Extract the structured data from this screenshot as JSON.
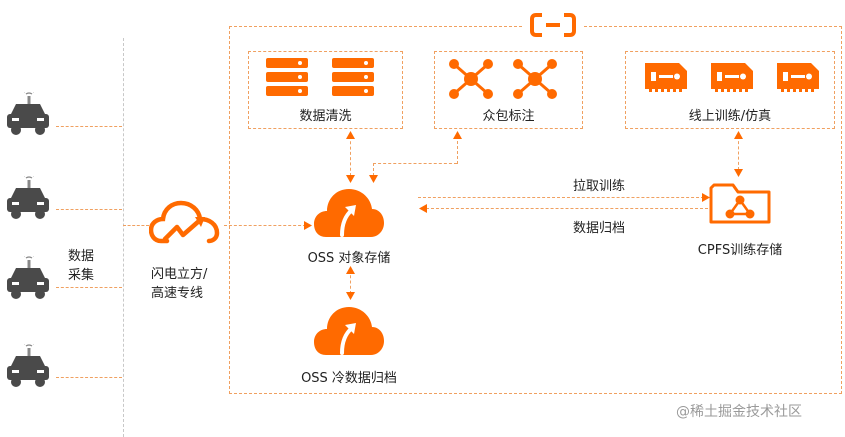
{
  "diagram": {
    "data_collection_label_line1": "数据",
    "data_collection_label_line2": "采集",
    "network_label_line1": "闪电立方/",
    "network_label_line2": "高速专线",
    "cleaning_label": "数据清洗",
    "crowd_label": "众包标注",
    "training_label": "线上训练/仿真",
    "oss_storage_label": "OSS 对象存储",
    "oss_archive_label": "OSS 冷数据归档",
    "pull_label": "拉取训练",
    "archive_label": "数据归档",
    "cpfs_label": "CPFS训练存储",
    "accent_color": "#ff6a00",
    "icons": [
      "car-icon",
      "cloud-lightning-icon",
      "server-icon",
      "network-icon",
      "ssd-icon",
      "oss-icon",
      "folder-network-icon",
      "aliyun-logo"
    ]
  },
  "watermark": "@稀土掘金技术社区"
}
